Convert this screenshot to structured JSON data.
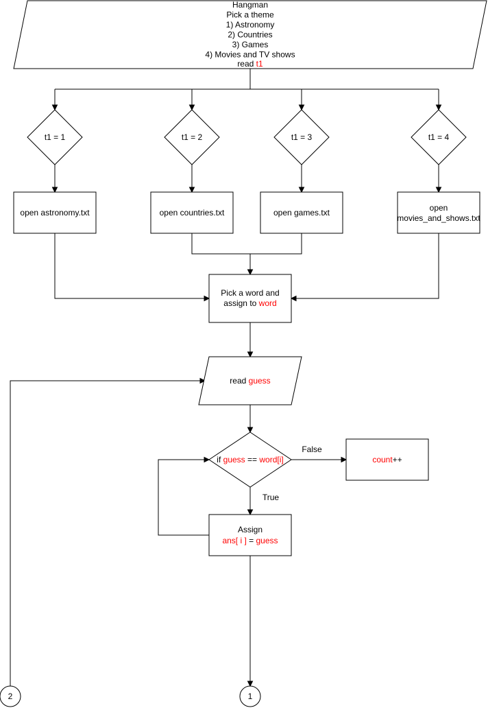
{
  "input": {
    "title": "Hangman",
    "prompt": "Pick a theme",
    "options": [
      "1) Astronomy",
      "2) Countries",
      "3) Games",
      "4) Movies and TV shows"
    ],
    "read_prefix": "read ",
    "read_var": "t1"
  },
  "decisions": [
    "t1 = 1",
    "t1 = 2",
    "t1 = 3",
    "t1 = 4"
  ],
  "files": {
    "astronomy": "open astronomy.txt",
    "countries": "open countries.txt",
    "games": "open games.txt",
    "movies_line1": "open",
    "movies_line2": "movies_and_shows.txt"
  },
  "pick": {
    "line1": "Pick a word and",
    "line2_prefix": "assign to ",
    "line2_var": "word"
  },
  "read_guess": {
    "prefix": "read ",
    "var": "guess"
  },
  "check": {
    "prefix": "if ",
    "var": "guess",
    "op": " == ",
    "target": "word[i]"
  },
  "edge_labels": {
    "false": "False",
    "true": "True"
  },
  "count": {
    "var": "count",
    "suffix": "++"
  },
  "assign": {
    "line1": "Assign",
    "lhs": "ans[ i ]",
    "op": " = ",
    "rhs": "guess"
  },
  "connectors": {
    "left": "2",
    "bottom": "1"
  },
  "colors": {
    "highlight": "#ff0000",
    "stroke": "#000000",
    "fill": "#ffffff"
  }
}
